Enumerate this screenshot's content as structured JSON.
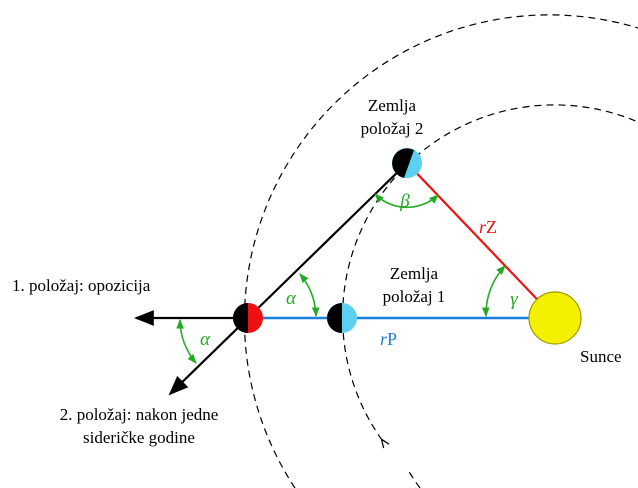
{
  "labels": {
    "earth_pos2_line1": "Zemlja",
    "earth_pos2_line2": "položaj 2",
    "earth_pos1_line1": "Zemlja",
    "earth_pos1_line2": "položaj 1",
    "position1": "1. položaj: opozicija",
    "position2_line1": "2. položaj: nakon jedne",
    "position2_line2": "sideričke godine",
    "sun": "Sunce"
  },
  "angles": {
    "alpha": "α",
    "beta": "β",
    "gamma": "γ"
  },
  "radii": {
    "r_planet_main": "r",
    "r_planet_sub": "P",
    "r_earth_main": "r",
    "r_earth_sub": "Z"
  },
  "colors": {
    "earth_day": "#5bd0f0",
    "earth_night": "#000000",
    "planet_red": "#ee1111",
    "sun_fill": "#f4f000",
    "sun_stroke": "#9a9a00",
    "line_red": "#ee1111",
    "line_blue": "#1a7fd8",
    "angle_green": "#22aa22",
    "orbit": "#000000"
  }
}
